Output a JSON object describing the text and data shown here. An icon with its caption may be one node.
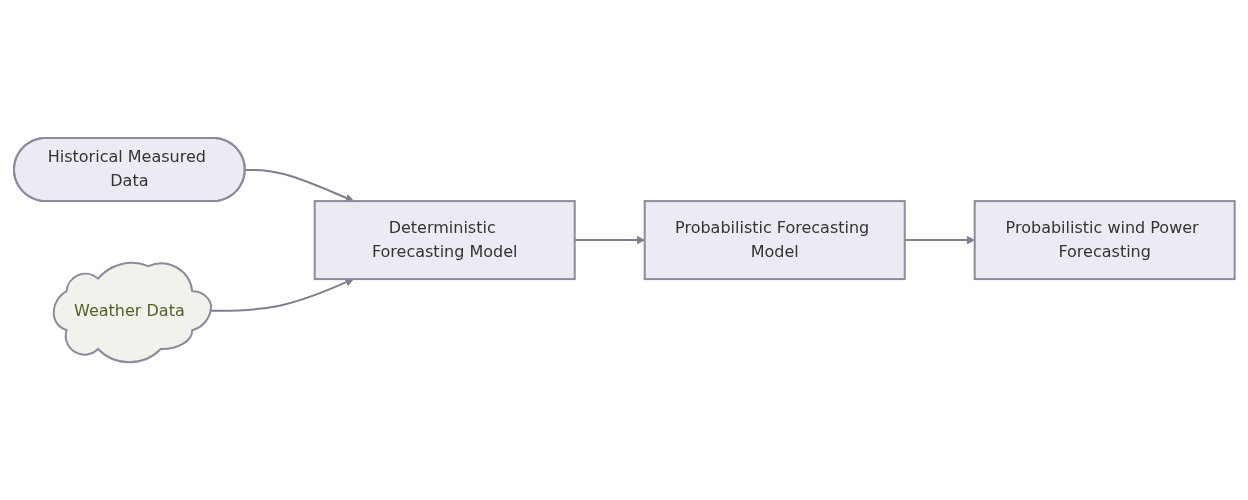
{
  "diagram": {
    "nodes": [
      {
        "text": [
          "Historical Measured Data"
        ]
      },
      {
        "text": [
          "Weather Data"
        ]
      },
      {
        "text": [
          "Deterministic Forecasting Model"
        ]
      },
      {
        "text": [
          "Probabilistic Forecasting Model"
        ]
      },
      {
        "text": [
          "Probabilistic wind Power Forecasting"
        ]
      }
    ],
    "edges": [
      {
        "from": 0,
        "to": 2,
        "arrow": "to"
      },
      {
        "from": 1,
        "to": 2,
        "arrow": "to"
      },
      {
        "from": 2,
        "to": 3,
        "arrow": "to"
      },
      {
        "from": 3,
        "to": 4,
        "arrow": "to"
      }
    ]
  }
}
